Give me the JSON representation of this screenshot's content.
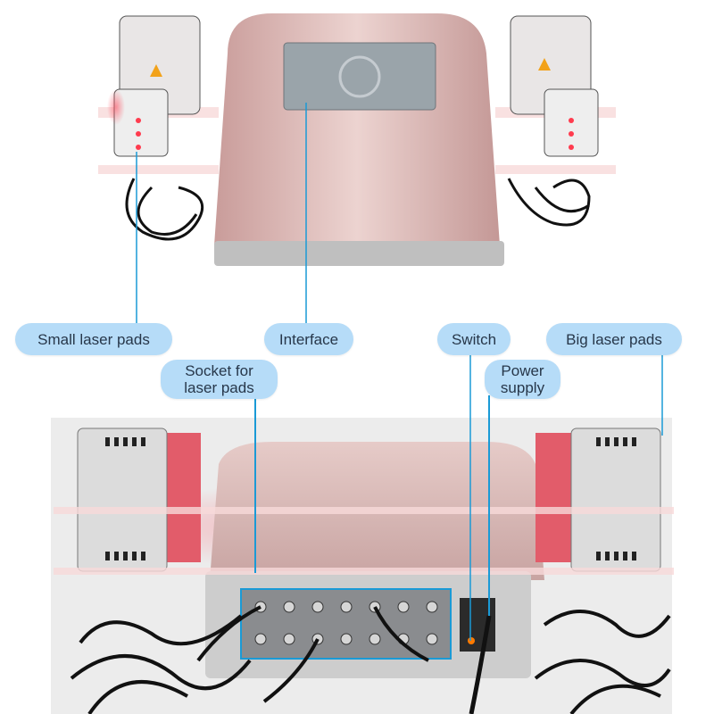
{
  "labels": {
    "small_pads": "Small laser pads",
    "interface": "Interface",
    "switch": "Switch",
    "big_pads": "Big laser pads",
    "socket_line1": "Socket for",
    "socket_line2": "laser pads",
    "power_line1": "Power",
    "power_line2": "supply"
  },
  "colors": {
    "label_bg": "#b6dcf8",
    "label_text": "#27374a",
    "leader_line": "#1a9ad6",
    "device_body": "#dcb7b4",
    "laser_red": "#ff3b4e"
  }
}
